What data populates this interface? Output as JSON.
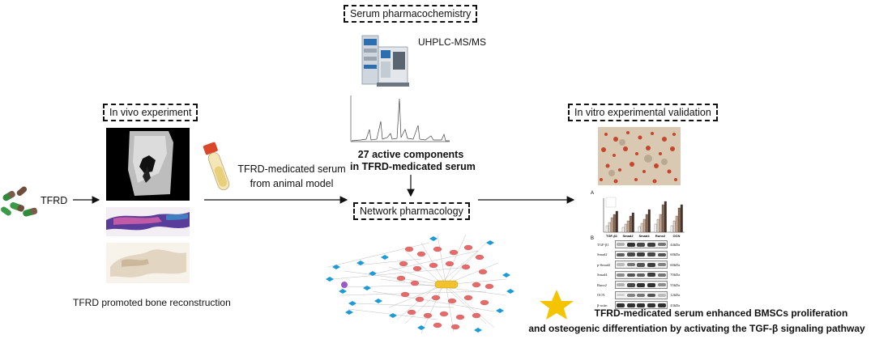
{
  "labels": {
    "serum_pharmacochemistry": "Serum pharmacochemistry",
    "uhplc": "UHPLC-MS/MS",
    "active_components_line1": "27 active components",
    "active_components_line2": "in TFRD-medicated serum",
    "in_vivo": "In vivo experiment",
    "tfrd": "TFRD",
    "serum_line1": "TFRD-medicated serum",
    "serum_line2": "from animal model",
    "network_pharmacology": "Network pharmacology",
    "bone_reconstruction": "TFRD promoted bone reconstruction",
    "in_vitro": "In vitro experimental validation",
    "conclusion_line1": "TFRD-medicated serum enhanced BMSCs proliferation",
    "conclusion_line2": "and osteogenic differentiation by activating the TGF-β signaling pathway"
  },
  "western_blot": {
    "rows": [
      {
        "name": "TGF-β1",
        "kda": "44kDa"
      },
      {
        "name": "Smad2",
        "kda": "60kDa"
      },
      {
        "name": "p-Smad2",
        "kda": "60kDa"
      },
      {
        "name": "Smad4",
        "kda": "70kDa"
      },
      {
        "name": "Runx2",
        "kda": "55kDa"
      },
      {
        "name": "OCN",
        "kda": "12kDa"
      },
      {
        "name": "β-actin",
        "kda": "43kDa"
      }
    ]
  },
  "bar_panel": {
    "groups": [
      "TGF-β1",
      "Smad2",
      "Smad4",
      "Runx2",
      "OCN"
    ]
  },
  "colors": {
    "arrow": "#111111",
    "star": "#f5c400",
    "network_node_red": "#e66a6a",
    "network_node_blue": "#1e9bd7",
    "network_hub": "#f2c12e",
    "alizarin_red": "#c8442a"
  }
}
